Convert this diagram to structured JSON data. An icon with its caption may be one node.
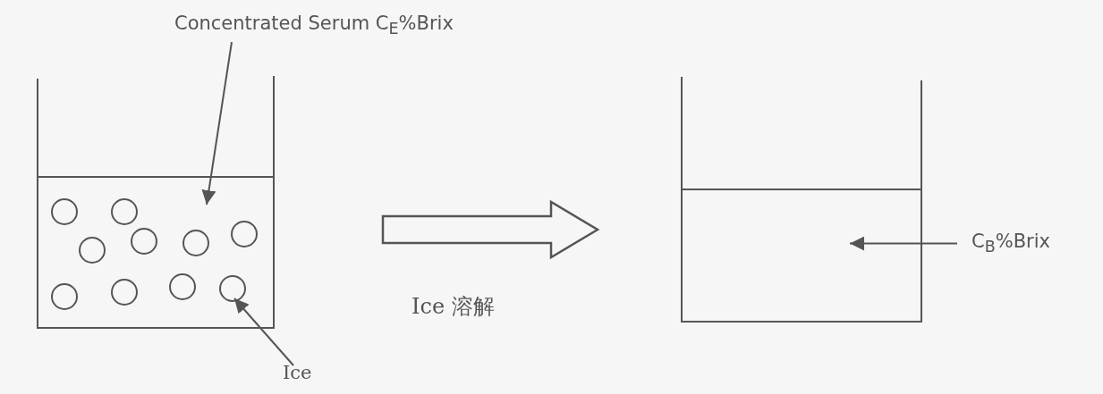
{
  "diagram": {
    "nodes": [
      {
        "text": [
          "Concentrated Serum  C$_{E}$%Brix"
        ]
      },
      {
        "text": [],
        "shape": "box"
      },
      {
        "text": [],
        "shape": "circle",
        "in": 1
      },
      {
        "text": [
          "Ice"
        ]
      },
      {
        "text": [],
        "shape": "box"
      },
      {
        "text": [
          "C$_{B}$%Brix"
        ]
      }
    ],
    "edges": [
      {
        "from": 0,
        "to": 1,
        "arrow": "to"
      },
      {
        "from": 3,
        "to": 2,
        "arrow": "to"
      },
      {
        "from": 1,
        "to": 4,
        "arrow": "to",
        "style": "thick",
        "label": "Ice 溶解"
      },
      {
        "from": 5,
        "to": 4,
        "arrow": "to"
      }
    ]
  }
}
